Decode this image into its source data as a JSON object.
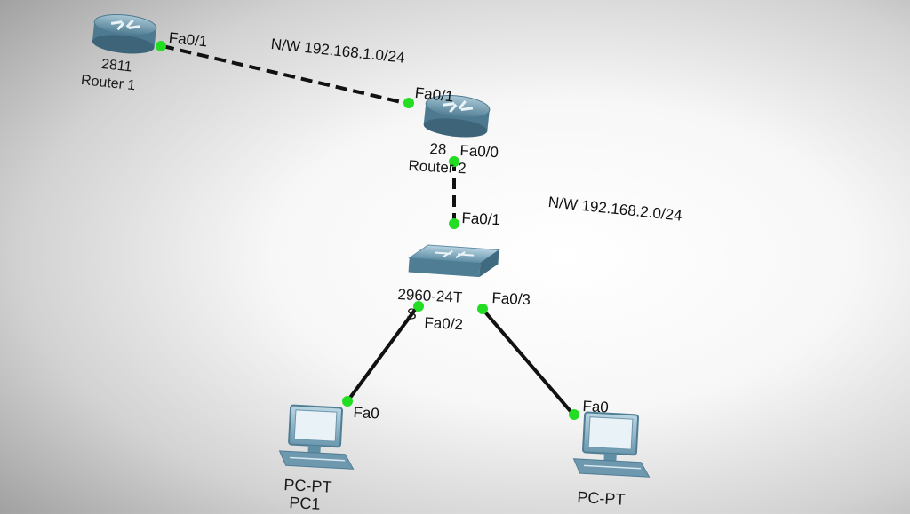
{
  "networks": {
    "net1": "N/W 192.168.1.0/24",
    "net2": "N/W 192.168.2.0/24"
  },
  "devices": {
    "router1": {
      "model": "2811",
      "name": "Router 1",
      "port": "Fa0/1"
    },
    "router2": {
      "model": "28",
      "name": "Router 2",
      "port_left": "Fa0/1",
      "port_down": "Fa0/0"
    },
    "switch1": {
      "model": "2960-24T",
      "name_fragment": "S",
      "port_up": "Fa0/1",
      "port_left": "Fa0/2",
      "port_right": "Fa0/3"
    },
    "pc1": {
      "model": "PC-PT",
      "name": "PC1",
      "port": "Fa0"
    },
    "pc2": {
      "model": "PC-PT",
      "port": "Fa0"
    }
  },
  "colors": {
    "router_body": "#6c98ad",
    "switch_body": "#7fa8bd",
    "pc_body": "#8eb4c8",
    "link_up": "#22dd22",
    "cable": "#111111"
  },
  "icons": {
    "router": "router-icon",
    "switch": "switch-icon",
    "pc": "pc-icon"
  }
}
